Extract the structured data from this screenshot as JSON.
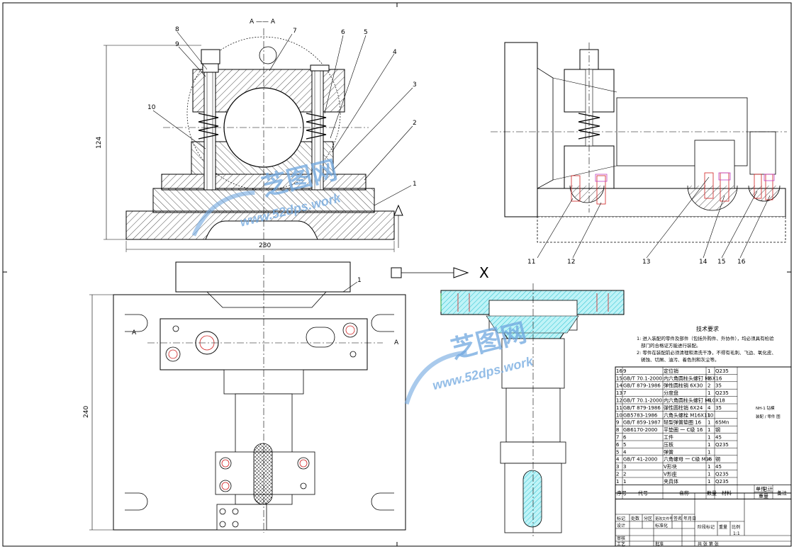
{
  "section_label": "A —— A",
  "section_marks": {
    "left": "A",
    "right": "A"
  },
  "dimensions": {
    "height": "124",
    "width": "280",
    "height_plan": "240"
  },
  "view_marks": {
    "arrow_x": "X"
  },
  "part_balloons_section": [
    "8",
    "9",
    "7",
    "6",
    "5",
    "4",
    "3",
    "2",
    "10",
    "1"
  ],
  "part_balloons_side": [
    "11",
    "12",
    "13",
    "14",
    "15",
    "16"
  ],
  "plan_balloon": "1",
  "tech_req": {
    "title": "技术要求",
    "line1": "1: 进入装配的零件及部件（包括外购件、外协件），均必须具有检验",
    "line2": "部门的合格证方能进行装配。",
    "line3": "2: 零件在装配前必须清理和清洗干净，不得有毛刺、飞边、氧化皮、",
    "line4": "锈蚀、切屑、油污、着色剂和灰尘等。"
  },
  "bom": {
    "rows": [
      {
        "no": "16",
        "code": "9",
        "name": "定位销",
        "qty": "1",
        "mat": "Q235"
      },
      {
        "no": "15",
        "code": "GB/T 70.1-2000",
        "name": "内六角圆柱头螺钉 M6X16",
        "qty": "2",
        "mat": ""
      },
      {
        "no": "14",
        "code": "GB/T 879-1986",
        "name": "弹性圆柱销 6X30",
        "qty": "2",
        "mat": "35"
      },
      {
        "no": "13",
        "code": "7",
        "name": "分度盘",
        "qty": "1",
        "mat": "Q235"
      },
      {
        "no": "12",
        "code": "GB/T 70.1-2000",
        "name": "内六角圆柱头螺钉 M10X18",
        "qty": "4",
        "mat": ""
      },
      {
        "no": "11",
        "code": "GB/T 879-1986",
        "name": "弹性圆柱销 6X24",
        "qty": "4",
        "mat": "35"
      },
      {
        "no": "10",
        "code": "GB5783-1986",
        "name": "六角头螺栓 M16X110",
        "qty": "1",
        "mat": ""
      },
      {
        "no": "9",
        "code": "GB/T 859-1987",
        "name": "轻型弹簧垫圈 16",
        "qty": "1",
        "mat": "65Mn"
      },
      {
        "no": "8",
        "code": "GB6170-2000",
        "name": "平垫圈 一 C级 16",
        "qty": "1",
        "mat": "钢"
      },
      {
        "no": "7",
        "code": "6",
        "name": "工件",
        "qty": "1",
        "mat": "45"
      },
      {
        "no": "6",
        "code": "5",
        "name": "压板",
        "qty": "1",
        "mat": "Q235"
      },
      {
        "no": "5",
        "code": "4",
        "name": "弹簧",
        "qty": "1",
        "mat": ""
      },
      {
        "no": "4",
        "code": "GB/T 41-2000",
        "name": "六角螺母 一 C级 M16",
        "qty": "4",
        "mat": "钢"
      },
      {
        "no": "3",
        "code": "3",
        "name": "V形块",
        "qty": "1",
        "mat": "45"
      },
      {
        "no": "2",
        "code": "2",
        "name": "V形座",
        "qty": "1",
        "mat": "Q235"
      },
      {
        "no": "1",
        "code": "1",
        "name": "夹具体",
        "qty": "1",
        "mat": "Q235"
      }
    ],
    "side_note_1": "NH-1 钻模",
    "side_note_2": "装配 / 零件 图",
    "header": {
      "no": "序号",
      "code": "代号",
      "name": "名称",
      "qty": "数量",
      "mat": "材料",
      "single": "单件",
      "total": "总计",
      "weight": "重量",
      "note": "备注"
    }
  },
  "title_block": {
    "r1": [
      "标记",
      "处数",
      "分区",
      "更改文件号",
      "签名",
      "年月日"
    ],
    "design": "设计",
    "std": "标准化",
    "stage": "阶段标记",
    "weight": "重量",
    "scale": "比例",
    "scale_val": "1:1",
    "check": "审核",
    "process": "工艺",
    "approve": "批准",
    "sheets": "共  张  第  张"
  },
  "watermark": {
    "brand": "芝图网",
    "url": "www.52dps.work"
  },
  "colors": {
    "line": "#000000",
    "center": "#d02020",
    "hatch": "#000000",
    "cyan": "#00c8d8",
    "magenta": "#c040c0",
    "watermark": "#6fa7df"
  }
}
